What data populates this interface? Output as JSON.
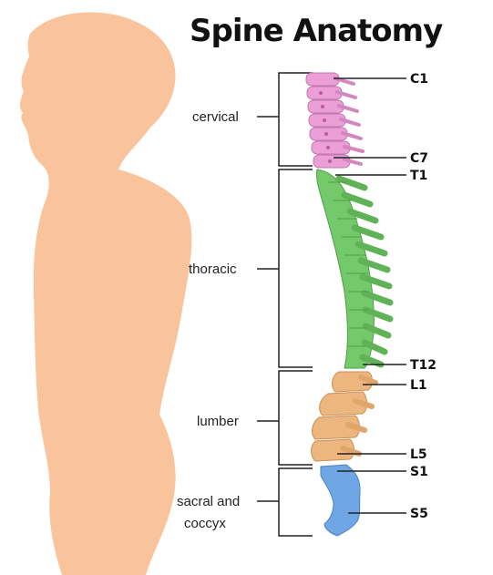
{
  "title": "Spine Anatomy",
  "colors": {
    "silhouette": "#F9C49B",
    "cervical": "#EC9FD6",
    "thoracic": "#74C96A",
    "lumbar": "#EDB67F",
    "sacral": "#6FA6E4",
    "line": "#222222"
  },
  "regions": {
    "cervical": {
      "label": "cervical"
    },
    "thoracic": {
      "label": "thoracic"
    },
    "lumbar": {
      "label": "lumber"
    },
    "sacral": {
      "label_line1": "sacral and",
      "label_line2": "coccyx"
    }
  },
  "vertebra_labels": {
    "c1": "C1",
    "c7": "C7",
    "t1": "T1",
    "t12": "T12",
    "l1": "L1",
    "l5": "L5",
    "s1": "S1",
    "s5": "S5"
  },
  "icons": {
    "silhouette": "human-profile-silhouette",
    "spine": "spine-column-illustration"
  }
}
